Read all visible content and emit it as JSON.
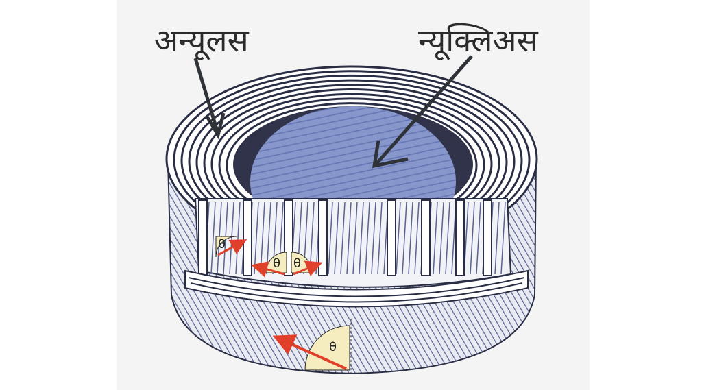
{
  "labels": {
    "annulus": "अन्यूलस",
    "nucleus": "न्यूक्लिअस"
  },
  "angle_markers": [
    "θ",
    "θ",
    "θ",
    "θ"
  ],
  "colors": {
    "nucleus": "#7e8fc7",
    "lamella_stroke": "#2a2e45",
    "side_hatch": "#5a6290",
    "arrow_red": "#e0402a",
    "angle_fill": "#f5ecc0",
    "pointer": "#2f3338"
  }
}
